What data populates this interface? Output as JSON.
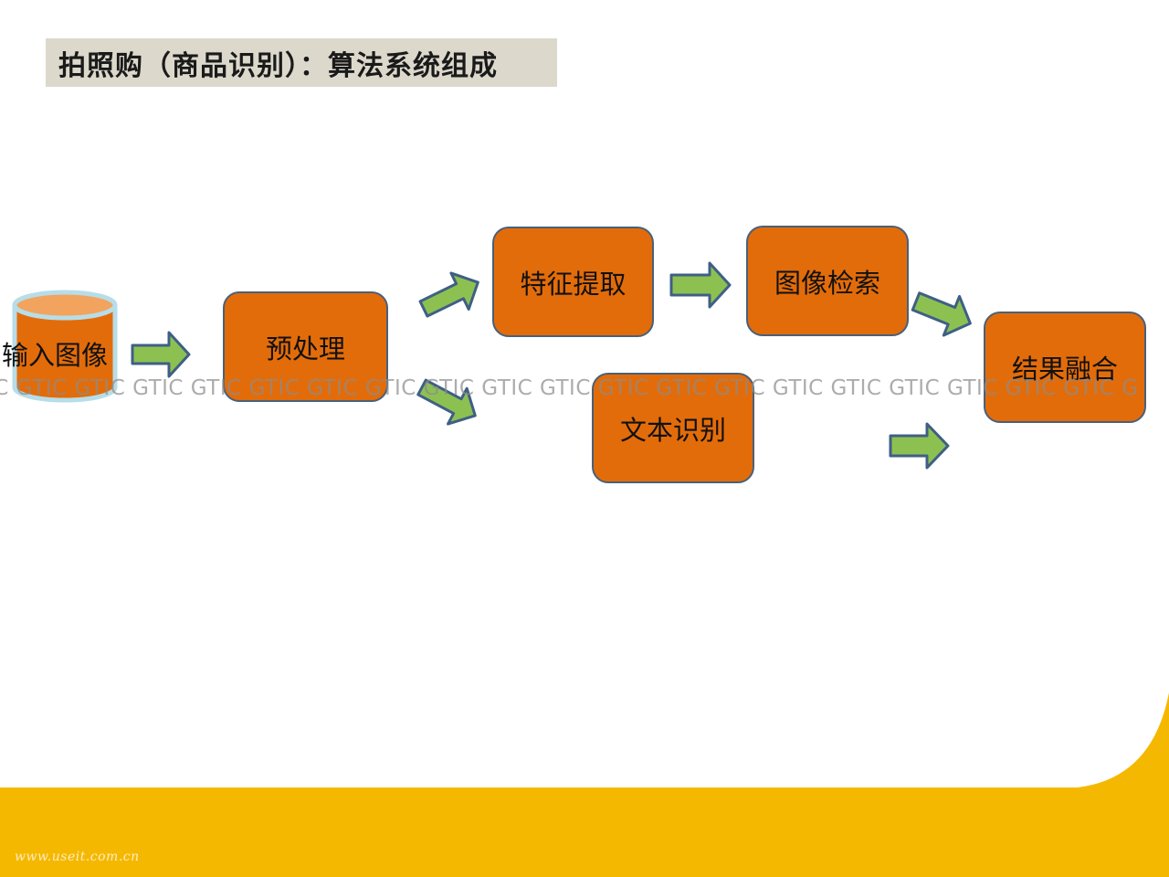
{
  "title": "拍照购（商品识别）：算法系统组成",
  "nodes": {
    "input": "输入图像",
    "preprocess": "预处理",
    "feature": "特征提取",
    "retrieval": "图像检索",
    "text": "文本识别",
    "fusion": "结果融合"
  },
  "watermark": "IC GTIC GTIC GTIC GTIC GTIC GTIC GTIC GTIC GTIC GTIC GTIC GTIC GTIC GTIC GTIC GTIC GTIC GTIC GTIC G",
  "footer_url": "www.useit.com.cn",
  "colors": {
    "node_fill": "#e36c0a",
    "node_border": "#48607a",
    "arrow_fill": "#8cc152",
    "arrow_border": "#3f5f85",
    "title_bg": "#dcd9cc",
    "footer_band": "#f5b800"
  }
}
